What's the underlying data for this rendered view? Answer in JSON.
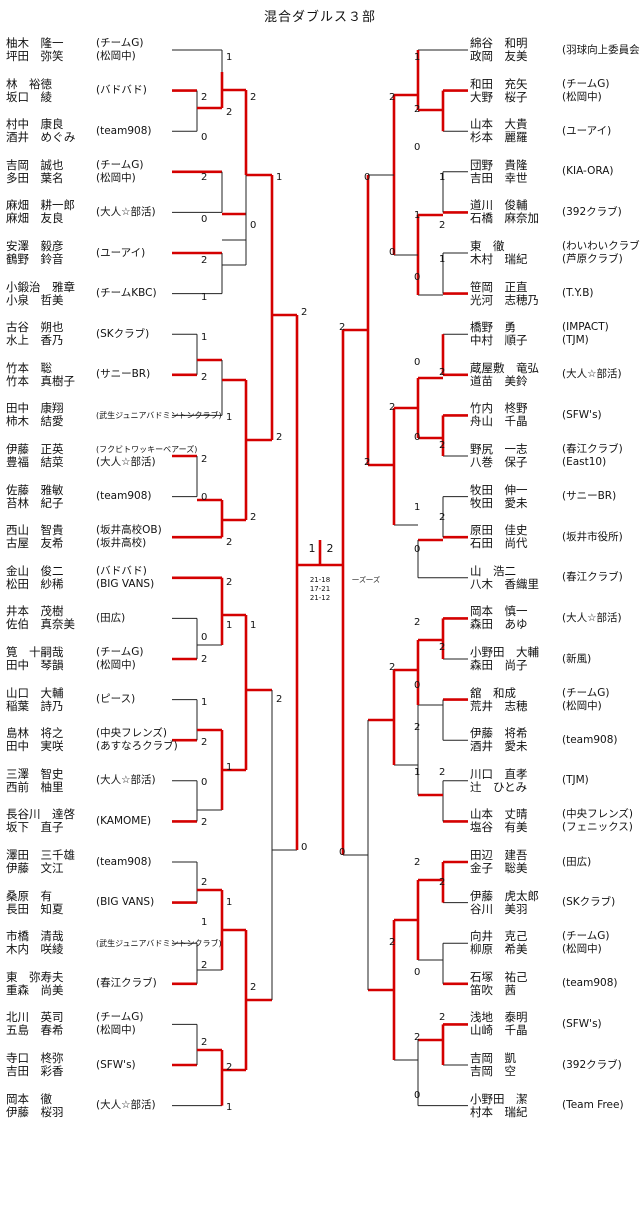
{
  "title": "混合ダブルス３部",
  "left": [
    {
      "p1": "柚木　隆一",
      "p2": "坪田　弥笑",
      "team1": "(チームG)",
      "team2": "(松岡中)"
    },
    {
      "p1": "林　裕徳",
      "p2": "坂口　綾",
      "team1": "(バドバド)",
      "team2": ""
    },
    {
      "p1": "村中　康良",
      "p2": "酒井　めぐみ",
      "team1": "(team908)",
      "team2": ""
    },
    {
      "p1": "吉岡　誠也",
      "p2": "多田　葉名",
      "team1": "(チームG)",
      "team2": "(松岡中)"
    },
    {
      "p1": "麻畑　耕一郎",
      "p2": "麻畑　友良",
      "team1": "(大人☆部活)",
      "team2": ""
    },
    {
      "p1": "安澤　毅彦",
      "p2": "鶴野　鈴音",
      "team1": "(ユーアイ)",
      "team2": ""
    },
    {
      "p1": "小鍛治　雅章",
      "p2": "小泉　哲美",
      "team1": "(チームKBC)",
      "team2": ""
    },
    {
      "p1": "古谷　朔也",
      "p2": "水上　香乃",
      "team1": "(SKクラブ)",
      "team2": ""
    },
    {
      "p1": "竹本　聡",
      "p2": "竹本　真樹子",
      "team1": "(サニーBR)",
      "team2": ""
    },
    {
      "p1": "田中　康翔",
      "p2": "柿木　結愛",
      "team1": "(武生ジュニアバドミントンクラブ)",
      "team2": ""
    },
    {
      "p1": "伊藤　正英",
      "p2": "豊福　結菜",
      "team1": "(フクビトワッキーベアーズ)",
      "team2": "(大人☆部活)"
    },
    {
      "p1": "佐藤　雅敏",
      "p2": "苔林　紀子",
      "team1": "(team908)",
      "team2": ""
    },
    {
      "p1": "西山　智貴",
      "p2": "古屋　友希",
      "team1": "(坂井高校OB)",
      "team2": "(坂井高校)"
    },
    {
      "p1": "金山　俊二",
      "p2": "松田　紗稀",
      "team1": "(バドバド)",
      "team2": "(BIG VANS)"
    },
    {
      "p1": "井本　茂樹",
      "p2": "佐伯　真奈美",
      "team1": "(田広)",
      "team2": ""
    },
    {
      "p1": "筧　十嗣哉",
      "p2": "田中　琴韻",
      "team1": "(チームG)",
      "team2": "(松岡中)"
    },
    {
      "p1": "山口　大輔",
      "p2": "稲葉　詩乃",
      "team1": "(ピース)",
      "team2": ""
    },
    {
      "p1": "島林　将之",
      "p2": "田中　実咲",
      "team1": "(中央フレンズ)",
      "team2": "(あすなろクラブ)"
    },
    {
      "p1": "三澤　智史",
      "p2": "西前　柚里",
      "team1": "(大人☆部活)",
      "team2": ""
    },
    {
      "p1": "長谷川　達啓",
      "p2": "坂下　直子",
      "team1": "(KAMOME)",
      "team2": ""
    },
    {
      "p1": "澤田　三千雄",
      "p2": "伊藤　文江",
      "team1": "(team908)",
      "team2": ""
    },
    {
      "p1": "桑原　有",
      "p2": "長田　知夏",
      "team1": "(BIG VANS)",
      "team2": ""
    },
    {
      "p1": "市橋　清哉",
      "p2": "木内　咲綾",
      "team1": "(武生ジュニアバドミントンクラブ)",
      "team2": ""
    },
    {
      "p1": "東　弥寿夫",
      "p2": "重森　尚美",
      "team1": "(春江クラブ)",
      "team2": ""
    },
    {
      "p1": "北川　英司",
      "p2": "五島　春希",
      "team1": "(チームG)",
      "team2": "(松岡中)"
    },
    {
      "p1": "寺口　柊弥",
      "p2": "吉田　彩香",
      "team1": "(SFW's)",
      "team2": ""
    },
    {
      "p1": "岡本　徹",
      "p2": "伊藤　桜羽",
      "team1": "(大人☆部活)",
      "team2": ""
    }
  ],
  "right": [
    {
      "p1": "綿谷　和明",
      "p2": "政岡　友美",
      "team1": "(羽球向上委員会)",
      "team2": ""
    },
    {
      "p1": "和田　充矢",
      "p2": "大野　桜子",
      "team1": "(チームG)",
      "team2": "(松岡中)"
    },
    {
      "p1": "山本　大貴",
      "p2": "杉本　麗羅",
      "team1": "(ユーアイ)",
      "team2": ""
    },
    {
      "p1": "団野　貴隆",
      "p2": "吉田　幸世",
      "team1": "(KIA-ORA)",
      "team2": ""
    },
    {
      "p1": "道川　俊輔",
      "p2": "石橋　麻奈加",
      "team1": "(392クラブ)",
      "team2": ""
    },
    {
      "p1": "東　徹",
      "p2": "木村　瑞紀",
      "team1": "(わいわいクラブ)",
      "team2": "(芦原クラブ)"
    },
    {
      "p1": "笹岡　正直",
      "p2": "光河　志穂乃",
      "team1": "(T.Y.B)",
      "team2": ""
    },
    {
      "p1": "橋野　勇",
      "p2": "中村　順子",
      "team1": "(IMPACT)",
      "team2": "(TJM)"
    },
    {
      "p1": "蔵屋敷　竜弘",
      "p2": "道苗　美鈴",
      "team1": "(大人☆部活)",
      "team2": ""
    },
    {
      "p1": "竹内　柊野",
      "p2": "舟山　千晶",
      "team1": "(SFW's)",
      "team2": ""
    },
    {
      "p1": "野尻　一志",
      "p2": "八巻　保子",
      "team1": "(春江クラブ)",
      "team2": "(East10)"
    },
    {
      "p1": "牧田　伸一",
      "p2": "牧田　愛未",
      "team1": "(サニーBR)",
      "team2": ""
    },
    {
      "p1": "原田　佳史",
      "p2": "石田　尚代",
      "team1": "(坂井市役所)",
      "team2": ""
    },
    {
      "p1": "山　浩二",
      "p2": "八木　香織里",
      "team1": "(春江クラブ)",
      "team2": ""
    },
    {
      "p1": "岡本　慎一",
      "p2": "森田　あゆ",
      "team1": "(大人☆部活)",
      "team2": ""
    },
    {
      "p1": "小野田　大輔",
      "p2": "森田　尚子",
      "team1": "(新風)",
      "team2": ""
    },
    {
      "p1": "舘　和成",
      "p2": "荒井　志穂",
      "team1": "(チームG)",
      "team2": "(松岡中)"
    },
    {
      "p1": "伊藤　将希",
      "p2": "酒井　愛未",
      "team1": "(team908)",
      "team2": ""
    },
    {
      "p1": "川口　直孝",
      "p2": "辻　ひとみ",
      "team1": "(TJM)",
      "team2": ""
    },
    {
      "p1": "山本　丈晴",
      "p2": "塩谷　有美",
      "team1": "(中央フレンズ)",
      "team2": "(フェニックス)"
    },
    {
      "p1": "田辺　建吾",
      "p2": "金子　聡美",
      "team1": "(田広)",
      "team2": ""
    },
    {
      "p1": "伊藤　虎太郎",
      "p2": "谷川　美羽",
      "team1": "(SKクラブ)",
      "team2": ""
    },
    {
      "p1": "向井　克己",
      "p2": "柳原　希美",
      "team1": "(チームG)",
      "team2": "(松岡中)"
    },
    {
      "p1": "石塚　祐己",
      "p2": "笛吹　茜",
      "team1": "(team908)",
      "team2": ""
    },
    {
      "p1": "浅地　泰明",
      "p2": "山崎　千晶",
      "team1": "(SFW's)",
      "team2": ""
    },
    {
      "p1": "吉岡　凱",
      "p2": "吉岡　空",
      "team1": "(392クラブ)",
      "team2": ""
    },
    {
      "p1": "小野田　潔",
      "p2": "村本　瑞紀",
      "team1": "(Team Free)",
      "team2": ""
    }
  ],
  "final": {
    "left_score": "1",
    "right_score": "2",
    "games": [
      "21-18",
      "17-21",
      "21-12"
    ],
    "note": "一ズ一ズ"
  }
}
